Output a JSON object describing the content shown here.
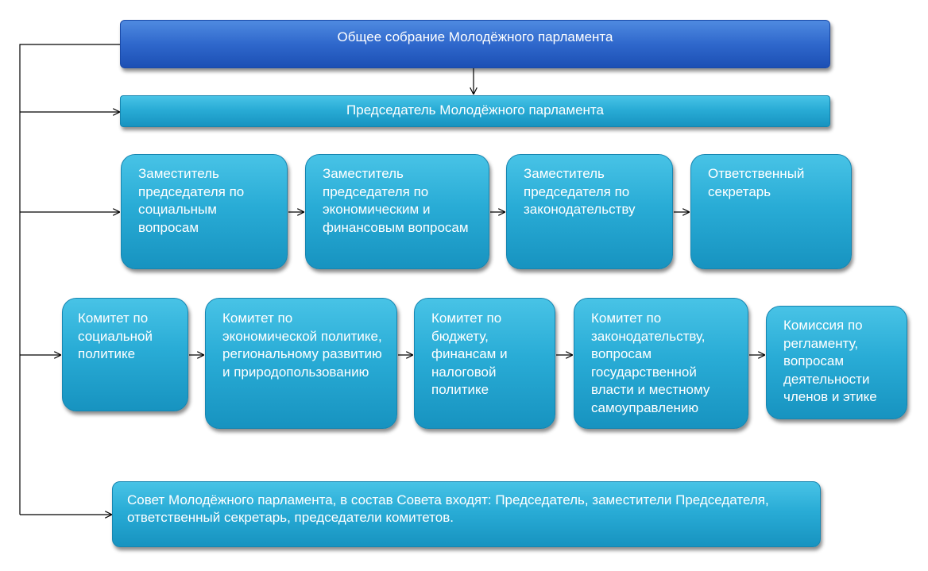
{
  "general_assembly": "Общее собрание Молодёжного парламента",
  "chairman": "Председатель Молодёжного парламента",
  "deputies": [
    "Заместитель председателя по социальным вопросам",
    "Заместитель председателя по экономическим и финансовым вопросам",
    "Заместитель председателя по законодательству",
    "Ответственный секретарь"
  ],
  "committees": [
    "Комитет по социальной политике",
    "Комитет по экономической политике, региональному развитию и природопользованию",
    "Комитет по бюджету, финансам и налоговой политике",
    "Комитет по законодательству, вопросам государственной власти и местному самоуправлению",
    "Комиссия по регламенту, вопросам деятельности членов и этике"
  ],
  "council": "Совет Молодёжного парламента, в состав Совета входят: Председатель, заместители Председателя, ответственный секретарь, председатели комитетов."
}
